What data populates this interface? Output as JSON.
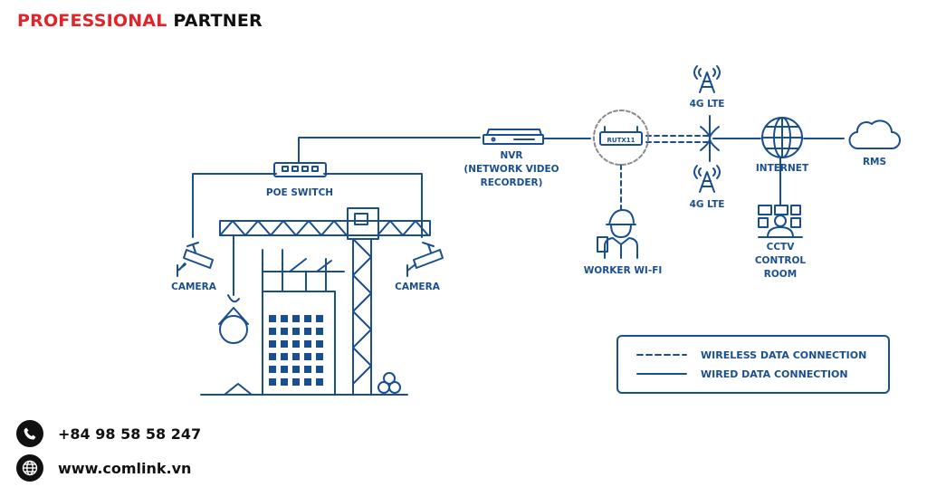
{
  "header": {
    "brand_red": "PROFESSIONAL",
    "brand_dark": "PARTNER"
  },
  "diagram": {
    "poe_switch": "POE SWITCH",
    "camera_left": "CAMERA",
    "camera_right": "CAMERA",
    "nvr_line1": "NVR",
    "nvr_line2": "(NETWORK VIDEO",
    "nvr_line3": "RECORDER)",
    "router": "RUTX11",
    "worker_wifi": "WORKER WI-FI",
    "lte_top": "4G LTE",
    "lte_bottom": "4G LTE",
    "internet": "INTERNET",
    "rms": "RMS",
    "cctv_line1": "CCTV",
    "cctv_line2": "CONTROL",
    "cctv_line3": "ROOM"
  },
  "legend": {
    "wireless": "WIRELESS DATA CONNECTION",
    "wired": "WIRED DATA CONNECTION"
  },
  "contact": {
    "phone": "+84 98 58 58 247",
    "website": "www.comlink.vn"
  },
  "colors": {
    "accent_red": "#e0242a",
    "diagram_blue": "#1a4f8f"
  }
}
